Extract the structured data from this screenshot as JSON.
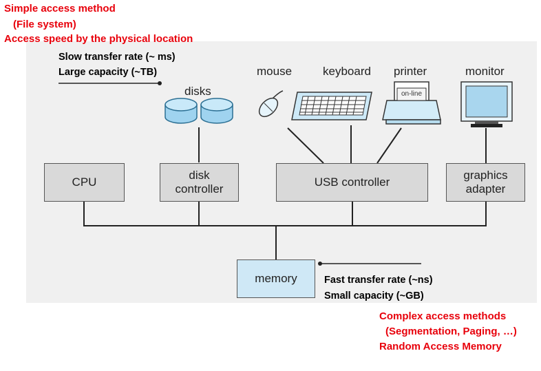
{
  "annotations_top": {
    "line1": "Simple access method",
    "line2": "(File system)",
    "line3": "Access speed by the physical location"
  },
  "disk_notes": {
    "line1": "Slow transfer rate (~ ms)",
    "line2": "Large capacity (~TB)"
  },
  "memory_notes": {
    "line1": "Fast transfer rate (~ns)",
    "line2": "Small capacity (~GB)"
  },
  "annotations_bottom": {
    "line1": "Complex access methods",
    "line2": "(Segmentation, Paging, …)",
    "line3": "Random Access Memory"
  },
  "devices": {
    "disks": "disks",
    "mouse": "mouse",
    "keyboard": "keyboard",
    "printer": "printer",
    "printer_panel": "on-line",
    "monitor": "monitor"
  },
  "boxes": {
    "cpu": "CPU",
    "disk_controller_l1": "disk",
    "disk_controller_l2": "controller",
    "usb_controller": "USB controller",
    "graphics_l1": "graphics",
    "graphics_l2": "adapter",
    "memory": "memory"
  },
  "colors": {
    "annotation_red": "#e8000b",
    "box_gray": "#d9d9d9",
    "memory_blue": "#cfe8f6",
    "background": "#f0f0f0"
  }
}
